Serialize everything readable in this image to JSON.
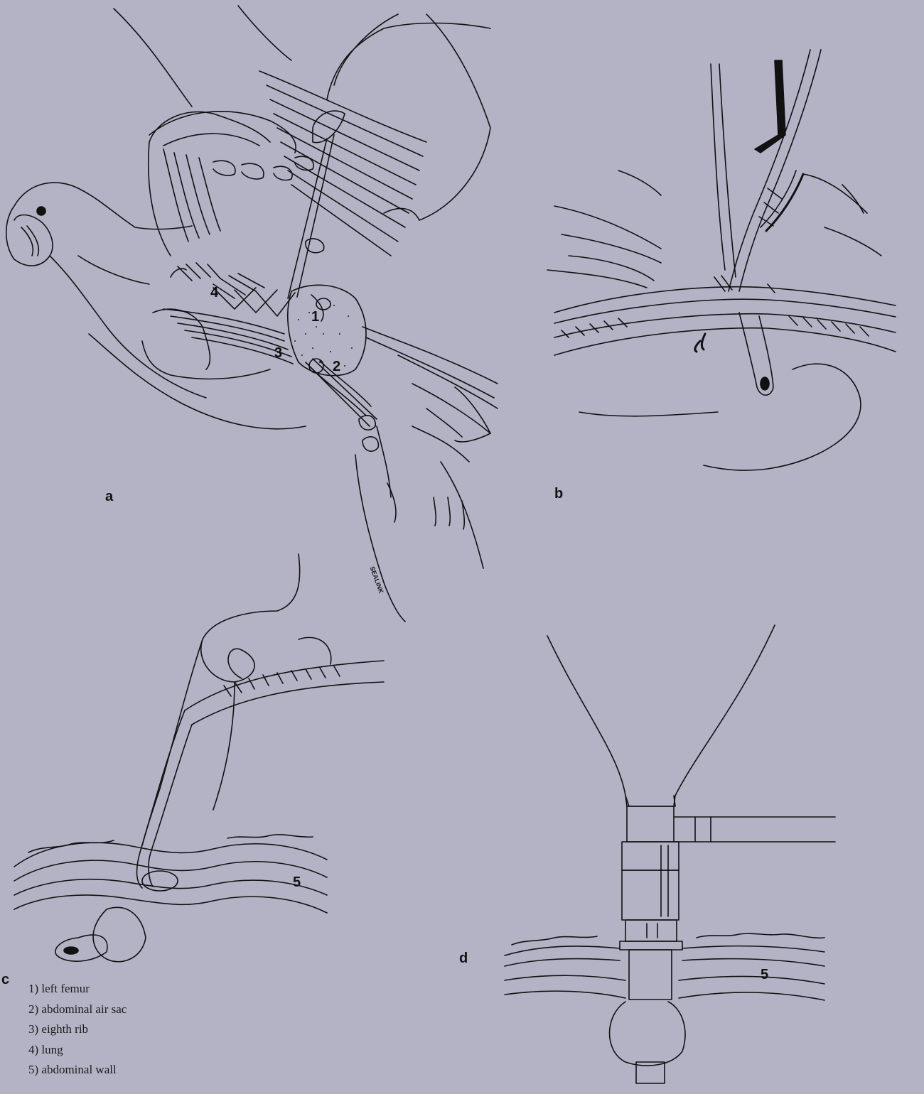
{
  "panels": {
    "a": "a",
    "b": "b",
    "c": "c",
    "d": "d"
  },
  "callouts": {
    "n1": "1",
    "n2": "2",
    "n3": "3",
    "n4": "4",
    "n5c": "5",
    "n5d": "5"
  },
  "legend": [
    "1) left femur",
    "2) abdominal air sac",
    "3) eighth rib",
    "4) lung",
    "5) abdominal wall"
  ],
  "signature": "SEALINK"
}
